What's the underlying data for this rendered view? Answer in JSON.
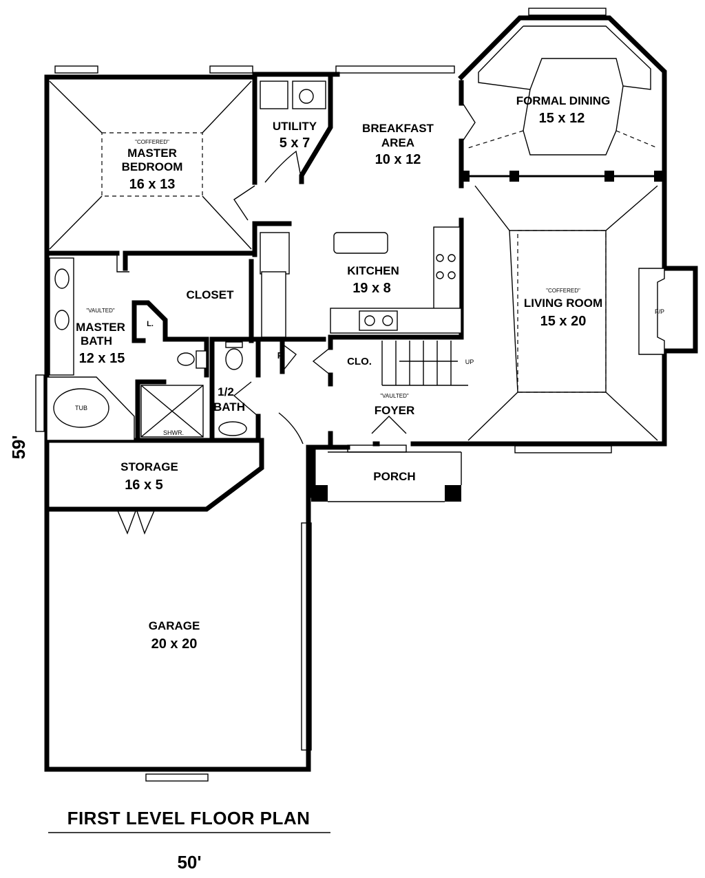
{
  "plan_title": "FIRST LEVEL FLOOR PLAN",
  "dimensions": {
    "width": "50'",
    "depth": "59'"
  },
  "rooms": {
    "master_bedroom": {
      "note": "\"COFFERED\"",
      "name_line1": "MASTER",
      "name_line2": "BEDROOM",
      "size": "16 x 13"
    },
    "utility": {
      "name": "UTILITY",
      "size": "5 x 7"
    },
    "breakfast": {
      "name_line1": "BREAKFAST",
      "name_line2": "AREA",
      "size": "10 x 12"
    },
    "formal_dining": {
      "name": "FORMAL DINING",
      "size": "15 x 12"
    },
    "kitchen": {
      "name": "KITCHEN",
      "size": "19 x 8"
    },
    "closet": {
      "name": "CLOSET"
    },
    "master_bath": {
      "note": "\"VAULTED\"",
      "name_line1": "MASTER",
      "name_line2": "BATH",
      "size": "12 x 15"
    },
    "living_room": {
      "note": "\"COFFERED\"",
      "name": "LIVING ROOM",
      "size": "15 x 20"
    },
    "linen": {
      "name": "L."
    },
    "pantry": {
      "name": "P."
    },
    "coat_closet": {
      "name": "CLO."
    },
    "stairs": {
      "label": "UP"
    },
    "half_bath": {
      "name_line1": "1/2",
      "name_line2": "BATH"
    },
    "tub": {
      "name": "TUB"
    },
    "shower": {
      "name": "SHWR."
    },
    "foyer": {
      "note": "\"VAULTED\"",
      "name": "FOYER"
    },
    "fireplace": {
      "name": "F/P"
    },
    "storage": {
      "name": "STORAGE",
      "size": "16 x 5"
    },
    "porch": {
      "name": "PORCH"
    },
    "garage": {
      "name": "GARAGE",
      "size": "20 x 20"
    }
  }
}
